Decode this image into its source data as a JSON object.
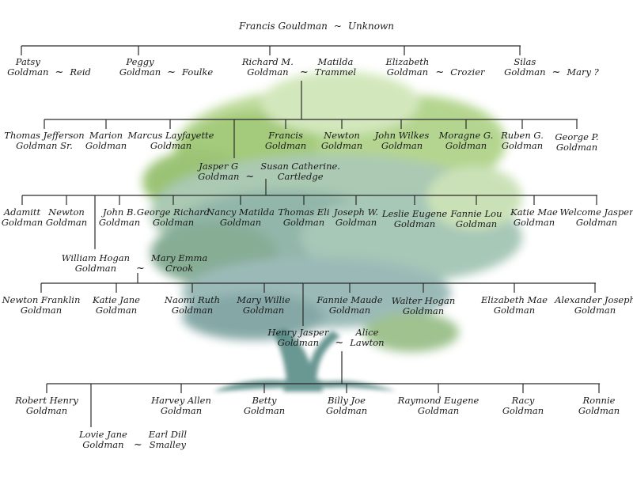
{
  "root": {
    "name": "Francis Gouldman",
    "spouse": "Unknown",
    "separator": "~"
  },
  "colors": {
    "line": "#2a2a2a",
    "foliage_green": "#7fb04a",
    "foliage_teal": "#5f8f8a",
    "trunk": "#4f7f7c",
    "background": "#ffffff"
  },
  "gen1": [
    {
      "first": "Patsy",
      "last": "Goldman",
      "spouse": "Reid"
    },
    {
      "first": "Peggy",
      "last": "Goldman",
      "spouse": "Foulke"
    },
    {
      "first": "Richard M.",
      "last": "Goldman",
      "spouse_first": "Matilda",
      "spouse_last": "Trammel"
    },
    {
      "first": "Elizabeth",
      "last": "Goldman",
      "spouse": "Crozier"
    },
    {
      "first": "Silas",
      "last": "Goldman",
      "spouse": "Mary ?"
    }
  ],
  "gen2": [
    {
      "first": "Thomas Jefferson",
      "last": "Goldman Sr."
    },
    {
      "first": "Marion",
      "last": "Goldman"
    },
    {
      "first": "Marcus Layfayette",
      "last": "Goldman"
    },
    {
      "first": "Jasper G",
      "last": "Goldman",
      "spouse_first": "Susan Catherine.",
      "spouse_last": "Cartledge"
    },
    {
      "first": "Francis",
      "last": "Goldman"
    },
    {
      "first": "Newton",
      "last": "Goldman"
    },
    {
      "first": "John Wilkes",
      "last": "Goldman"
    },
    {
      "first": "Moragne G.",
      "last": "Goldman"
    },
    {
      "first": "Ruben G.",
      "last": "Goldman"
    },
    {
      "first": "George P.",
      "last": "Goldman"
    }
  ],
  "gen3": [
    {
      "first": "Adamitt",
      "last": "Goldman"
    },
    {
      "first": "Newton",
      "last": "Goldman"
    },
    {
      "first": "William Hogan",
      "last": "Goldman",
      "spouse_first": "Mary Emma",
      "spouse_last": "Crook"
    },
    {
      "first": "John B.",
      "last": "Goldman"
    },
    {
      "first": "George Richard",
      "last": "Goldman"
    },
    {
      "first": "Nancy Matilda",
      "last": "Goldman"
    },
    {
      "first": "Thomas Eli",
      "last": "Goldman"
    },
    {
      "first": "Joseph W.",
      "last": "Goldman"
    },
    {
      "first": "Leslie Eugene",
      "last": "Goldman"
    },
    {
      "first": "Fannie Lou",
      "last": "Goldman"
    },
    {
      "first": "Katie Mae",
      "last": "Goldman"
    },
    {
      "first": "Welcome Jasper",
      "last": "Goldman"
    }
  ],
  "gen4": [
    {
      "first": "Newton Franklin",
      "last": "Goldman"
    },
    {
      "first": "Katie Jane",
      "last": "Goldman"
    },
    {
      "first": "Naomi Ruth",
      "last": "Goldman"
    },
    {
      "first": "Mary Willie",
      "last": "Goldman"
    },
    {
      "first": "Henry Jasper",
      "last": "Goldman",
      "spouse_first": "Alice",
      "spouse_last": "Lawton"
    },
    {
      "first": "Fannie Maude",
      "last": "Goldman"
    },
    {
      "first": "Walter Hogan",
      "last": "Goldman"
    },
    {
      "first": "Elizabeth Mae",
      "last": "Goldman"
    },
    {
      "first": "Alexander Joseph",
      "last": "Goldman"
    }
  ],
  "gen5": [
    {
      "first": "Robert Henry",
      "last": "Goldman"
    },
    {
      "first": "Lovie Jane",
      "last": "Goldman",
      "spouse_first": "Earl Dill",
      "spouse_last": "Smalley"
    },
    {
      "first": "Harvey Allen",
      "last": "Goldman"
    },
    {
      "first": "Betty",
      "last": "Goldman"
    },
    {
      "first": "Billy Joe",
      "last": "Goldman"
    },
    {
      "first": "Raymond Eugene",
      "last": "Goldman"
    },
    {
      "first": "Racy",
      "last": "Goldman"
    },
    {
      "first": "Ronnie",
      "last": "Goldman"
    }
  ]
}
